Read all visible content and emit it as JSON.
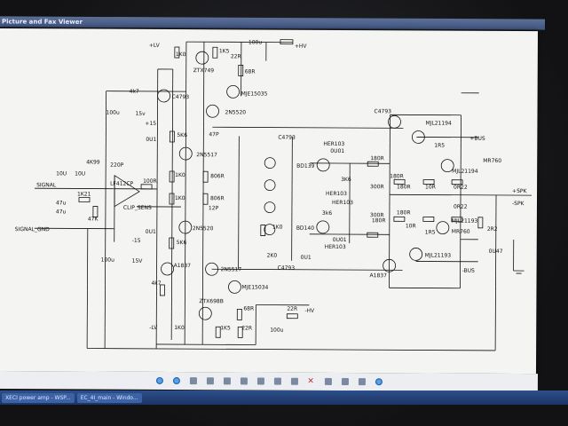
{
  "window": {
    "title": "Picture and Fax Viewer"
  },
  "schematic": {
    "labels": {
      "plus_lv": "+LV",
      "minus_lv": "-LV",
      "plus_hv": "+HV",
      "minus_hv": "-HV",
      "signal": "SIGNAL",
      "signal_gnd": "SIGNAL_GND",
      "clip_sens": "CLIP_SENS",
      "plus_bus": "+BUS",
      "minus_bus": "-BUS",
      "plus_spk": "+SPK",
      "minus_spk": "-SPK",
      "plus15": "+15",
      "minus15": "-15",
      "opamp": "LF412CP"
    },
    "parts": {
      "r_1k0_top": "1K0",
      "r_1k5_top": "1K5",
      "r_22r_top": "22R",
      "c_100u_top": "100u",
      "q_ztx749": "ZTX749",
      "r_68r_top": "68R",
      "q_mje15035": "MJE15035",
      "r_4k7_top": "4k7",
      "q_c4793_a": "C4793",
      "c_100u_left": "100u",
      "z_15v_top": "15v",
      "q_2n5520_top": "2N5520",
      "r_5k6_top": "5K6",
      "d_0u1_a": "0U1",
      "c_47p": "47P",
      "q_2n5517_a": "2N5517",
      "r_1k0_mid": "1K0",
      "r_806r_a": "806R",
      "r_1k0_mid2": "1K0",
      "r_806r_b": "806R",
      "c_12p": "12P",
      "r_100r": "100R",
      "c_10u_a": "10U",
      "c_10u_b": "10U",
      "r_4k99": "4K99",
      "c_220p": "220P",
      "r_1k21": "1K21",
      "c_47u_a": "47u",
      "c_47u_b": "47u",
      "r_47k": "47K",
      "q_2n5520_bot": "2N5520",
      "d_0u1_b": "0U1",
      "r_5k6_bot": "5K6",
      "c_100u_bot": "100u",
      "z_15v_bot": "15V",
      "q_a1837_a": "A1837",
      "r_4k7_bot": "4k7",
      "q_2n5517_b": "2N5517",
      "q_mje15034": "MJE15034",
      "q_ztx698b": "ZTX698B",
      "r_68r_bot": "68R",
      "r_1k0_bot": "1K0",
      "r_1k5_bot": "1K5",
      "r_22r_bot": "22R",
      "r_22r_hv": "22R",
      "c_100u_hv": "100u",
      "q_c4793_b": "C4793",
      "d_her103_a": "HER103",
      "d_0u01_a": "0U01",
      "q_bd139": "BD139",
      "r_3k6_a": "3K6",
      "d_her103_b": "HER103",
      "r_180r_a": "180R",
      "r_300r_a": "300R",
      "d_her103_c": "HER103",
      "r_3k6_b": "3k6",
      "r_300r_b": "300R",
      "q_bd140": "BD140",
      "d_0u01_b": "0U01",
      "d_her103_d": "HER103",
      "r_1k0_vbe": "1K0",
      "r_2k0": "2K0",
      "d_0u1_c": "0U1",
      "q_c4793_c": "C4793",
      "q_c4793_top": "C4793",
      "q_mjl21194_a": "MJL21194",
      "r_1r5_a": "1R5",
      "q_mjl21194_b": "MJL21194",
      "d_mr760_a": "MR760",
      "r_180r_b": "180R",
      "r_180r_c": "180R",
      "r_10r_a": "10R",
      "r_0r22_a": "0R22",
      "r_0r22_b": "0R22",
      "r_180r_d": "180R",
      "r_10r_b": "10R",
      "r_1r5_b": "1R5",
      "q_mjl21193_a": "MJL21193",
      "q_mr760_b": "MR760",
      "q_mjl21193_b": "MJL21193",
      "r_180r_e": "180R",
      "r_2r2": "2R2",
      "c_0u47": "0U47",
      "q_a1837_b": "A1837"
    }
  },
  "taskbar": {
    "items": [
      "XECI power amp - WSP...",
      "EC_4I_main - Windo..."
    ]
  },
  "colors": {
    "window_bg": "#f4f4f2",
    "ink": "#111111",
    "taskbar": "#1c3566"
  }
}
